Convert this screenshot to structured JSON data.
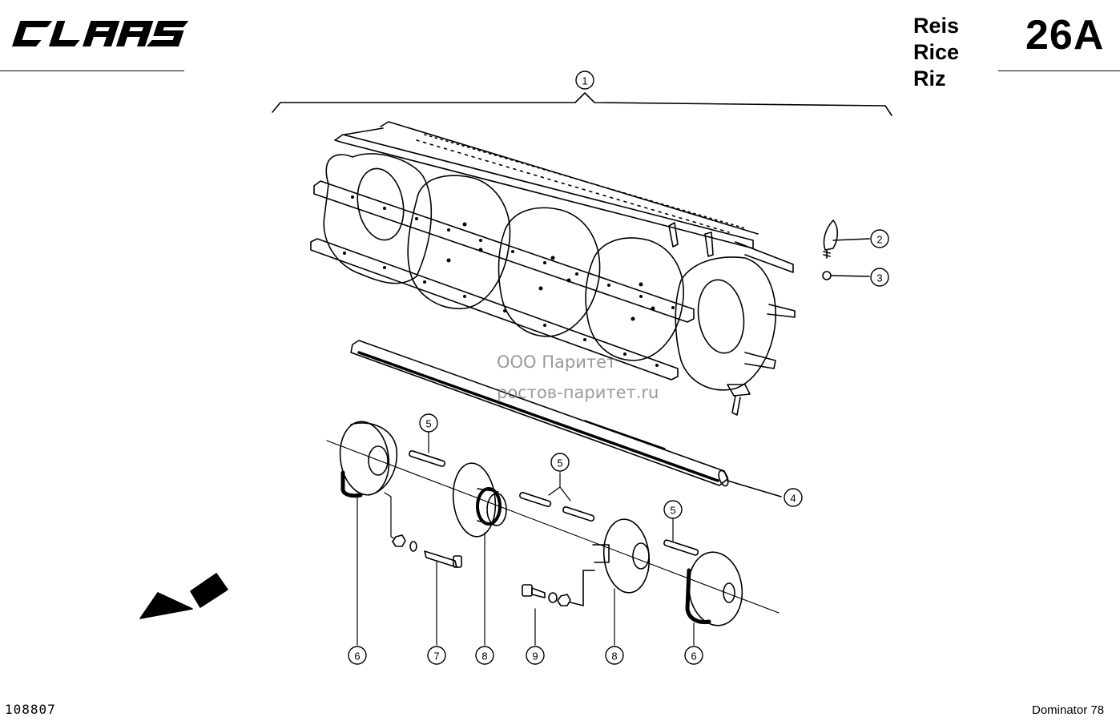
{
  "header": {
    "brand": "CLAAS",
    "titles": [
      "Reis",
      "Rice",
      "Riz"
    ],
    "page_number": "26A"
  },
  "watermark": {
    "line1": "ООО Паритет",
    "line2": "ростов-паритет.ru"
  },
  "footer": {
    "document_number": "108807",
    "model": "Dominator 78"
  },
  "callouts": [
    "1",
    "2",
    "3",
    "4",
    "5",
    "5",
    "5",
    "6",
    "7",
    "8",
    "9",
    "8",
    "6"
  ]
}
